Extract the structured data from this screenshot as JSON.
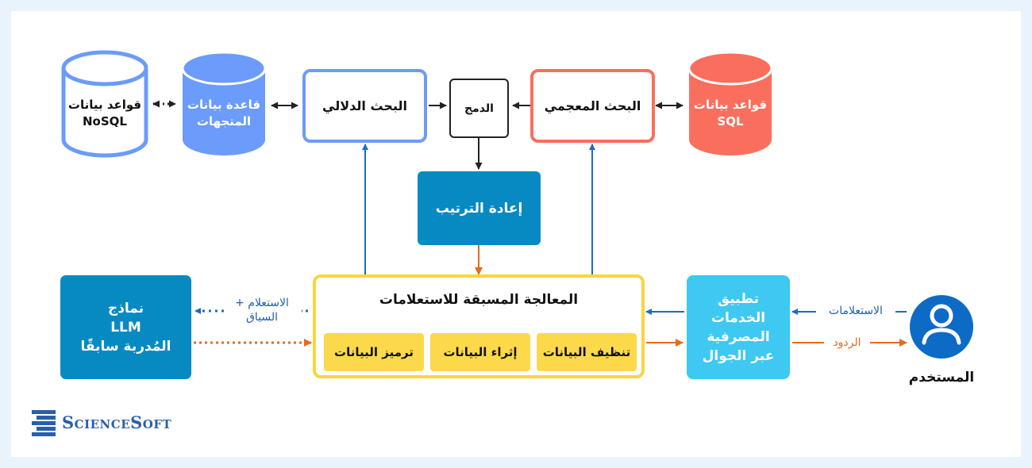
{
  "colors": {
    "blue": "#6b9bfb",
    "red": "#fa6e5d",
    "teal": "#078ac2",
    "yellow": "#f9d640",
    "yellow_fill": "#fcd84b",
    "cyan": "#3ec8f2",
    "arrow_blue": "#1e6bbf",
    "arrow_orange": "#e86a1a",
    "user_blue": "#0d6bc6"
  },
  "nosql_db": {
    "line1": "قواعد بيانات",
    "line2": "NoSQL"
  },
  "vector_db": {
    "line1": "قاعدة بيانات",
    "line2": "المتجهات"
  },
  "semantic_search": "البحث الدلالي",
  "fusion": "الدمج",
  "lexical_search": "البحث المعجمي",
  "sql_db": {
    "line1": "قواعد بيانات",
    "line2": "SQL"
  },
  "reranking": "إعادة الترتيب",
  "llm": {
    "line1": "نماذج",
    "line2": "LLM",
    "line3": "المُدربة سابقًا"
  },
  "query_label": {
    "line1": "الاستعلام +",
    "line2": "السياق"
  },
  "preprocessing": {
    "title": "المعالجة المسبقة للاستعلامات",
    "steps": [
      "تنظيف البيانات",
      "إثراء البيانات",
      "ترميز البيانات"
    ]
  },
  "mobile_app": {
    "line1": "تطبيق",
    "line2": "الخدمات",
    "line3": "المصرفية",
    "line4": "عبر الجوال"
  },
  "queries_label": "الاستعلامات",
  "responses_label": "الردود",
  "user_label": "المستخدم",
  "logo": {
    "text": "ScienceSoft"
  },
  "icons": {
    "user": "user-avatar-icon",
    "logo": "sciencesoft-logo-icon"
  }
}
